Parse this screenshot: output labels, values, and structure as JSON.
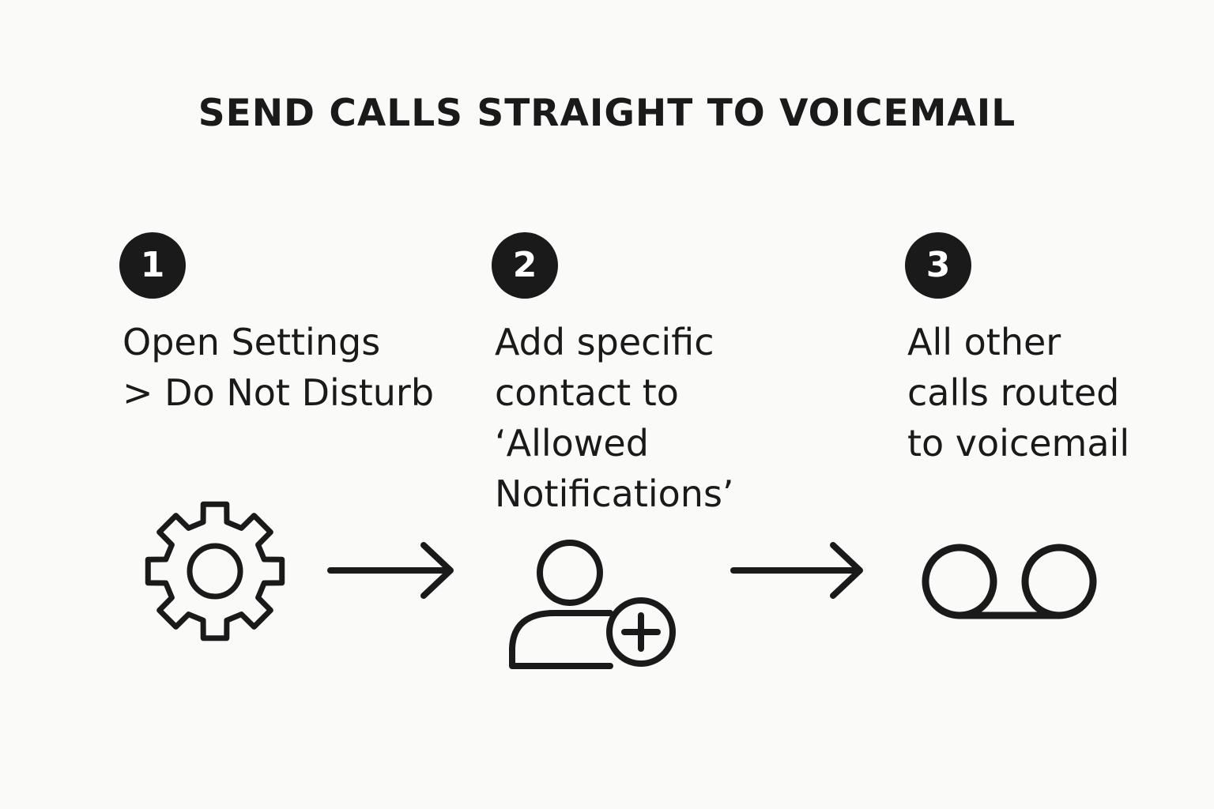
{
  "title": "SEND CALLS STRAIGHT TO VOICEMAIL",
  "steps": [
    {
      "number": "1",
      "lines": [
        "Open Settings",
        "> Do Not Disturb"
      ],
      "icon": "gear-icon"
    },
    {
      "number": "2",
      "lines": [
        "Add specific",
        "contact to",
        "‘Allowed",
        "Notifications’"
      ],
      "icon": "add-contact-icon"
    },
    {
      "number": "3",
      "lines": [
        "All other",
        "calls routed",
        "to voicemail"
      ],
      "icon": "voicemail-icon"
    }
  ],
  "connectors": [
    "arrow-right-icon",
    "arrow-right-icon"
  ],
  "colors": {
    "background": "#fafaf8",
    "ink": "#1a1a1a",
    "badge_text": "#ffffff"
  }
}
